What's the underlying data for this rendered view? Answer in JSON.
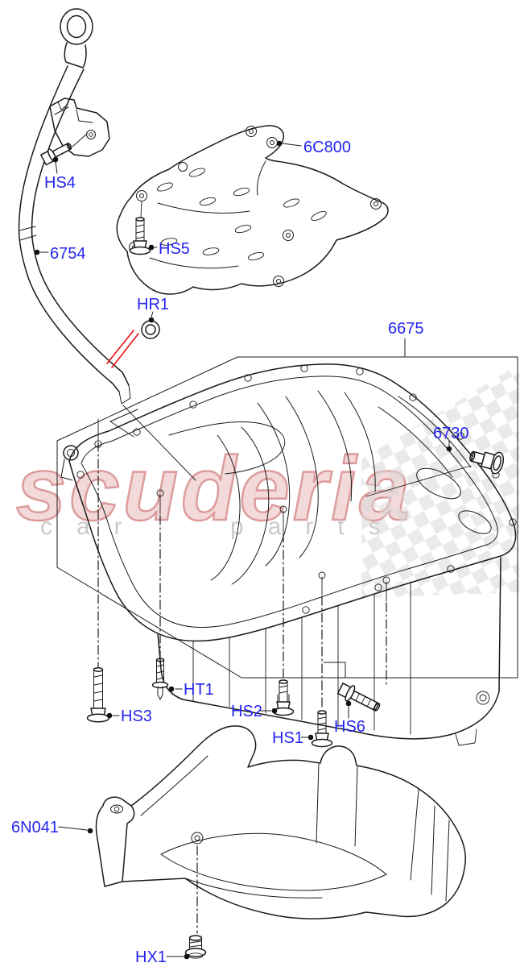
{
  "diagram_type": "engine-oil-pan-parts-diagram",
  "labels": {
    "hs4": "HS4",
    "baffle_6c800": "6C800",
    "hs5": "HS5",
    "dipstick_6754": "6754",
    "oring_hr1": "HR1",
    "pan_6675": "6675",
    "plug_6730": "6730",
    "hs3": "HS3",
    "stud_ht1": "HT1",
    "hs2": "HS2",
    "hs1": "HS1",
    "hs6": "HS6",
    "lower_pan_6n041": "6N041",
    "plug_hx1": "HX1"
  },
  "watermark": {
    "brand": "scuderia",
    "sub_left": "car",
    "sub_right": "parts"
  },
  "colors": {
    "part_label": "#2525f0",
    "line_art": "#1a1a1a",
    "highlight_pointer": "#ee1111",
    "watermark_brand_fill": "#f3d9d9",
    "watermark_brand_outline": "#dc9c9c",
    "watermark_sub": "#c9c9c9",
    "checker": "#d8d8d8"
  }
}
